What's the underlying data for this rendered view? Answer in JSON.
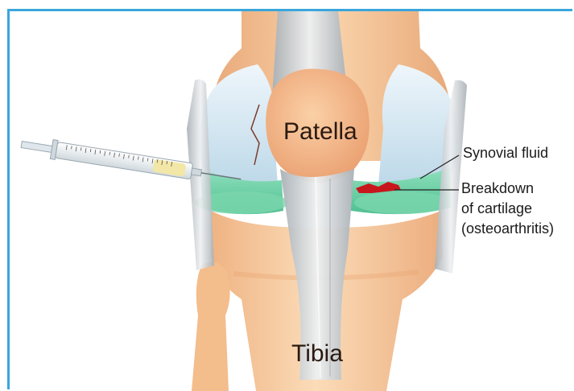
{
  "labels": {
    "patella": "Patella",
    "tibia": "Tibia",
    "synovial_fluid": "Synovial fluid",
    "breakdown_line1": "Breakdown",
    "breakdown_line2": "of cartilage",
    "breakdown_line3": "(osteoarthritis)"
  },
  "colors": {
    "frame_border": "#3aa6dc",
    "bone": "#f6c08e",
    "cartilage": "#cfe4f0",
    "synovial_fluid": "#6fd3a8",
    "cartilage_breakdown": "#c8161d",
    "ligament": "#cfd3d6"
  }
}
